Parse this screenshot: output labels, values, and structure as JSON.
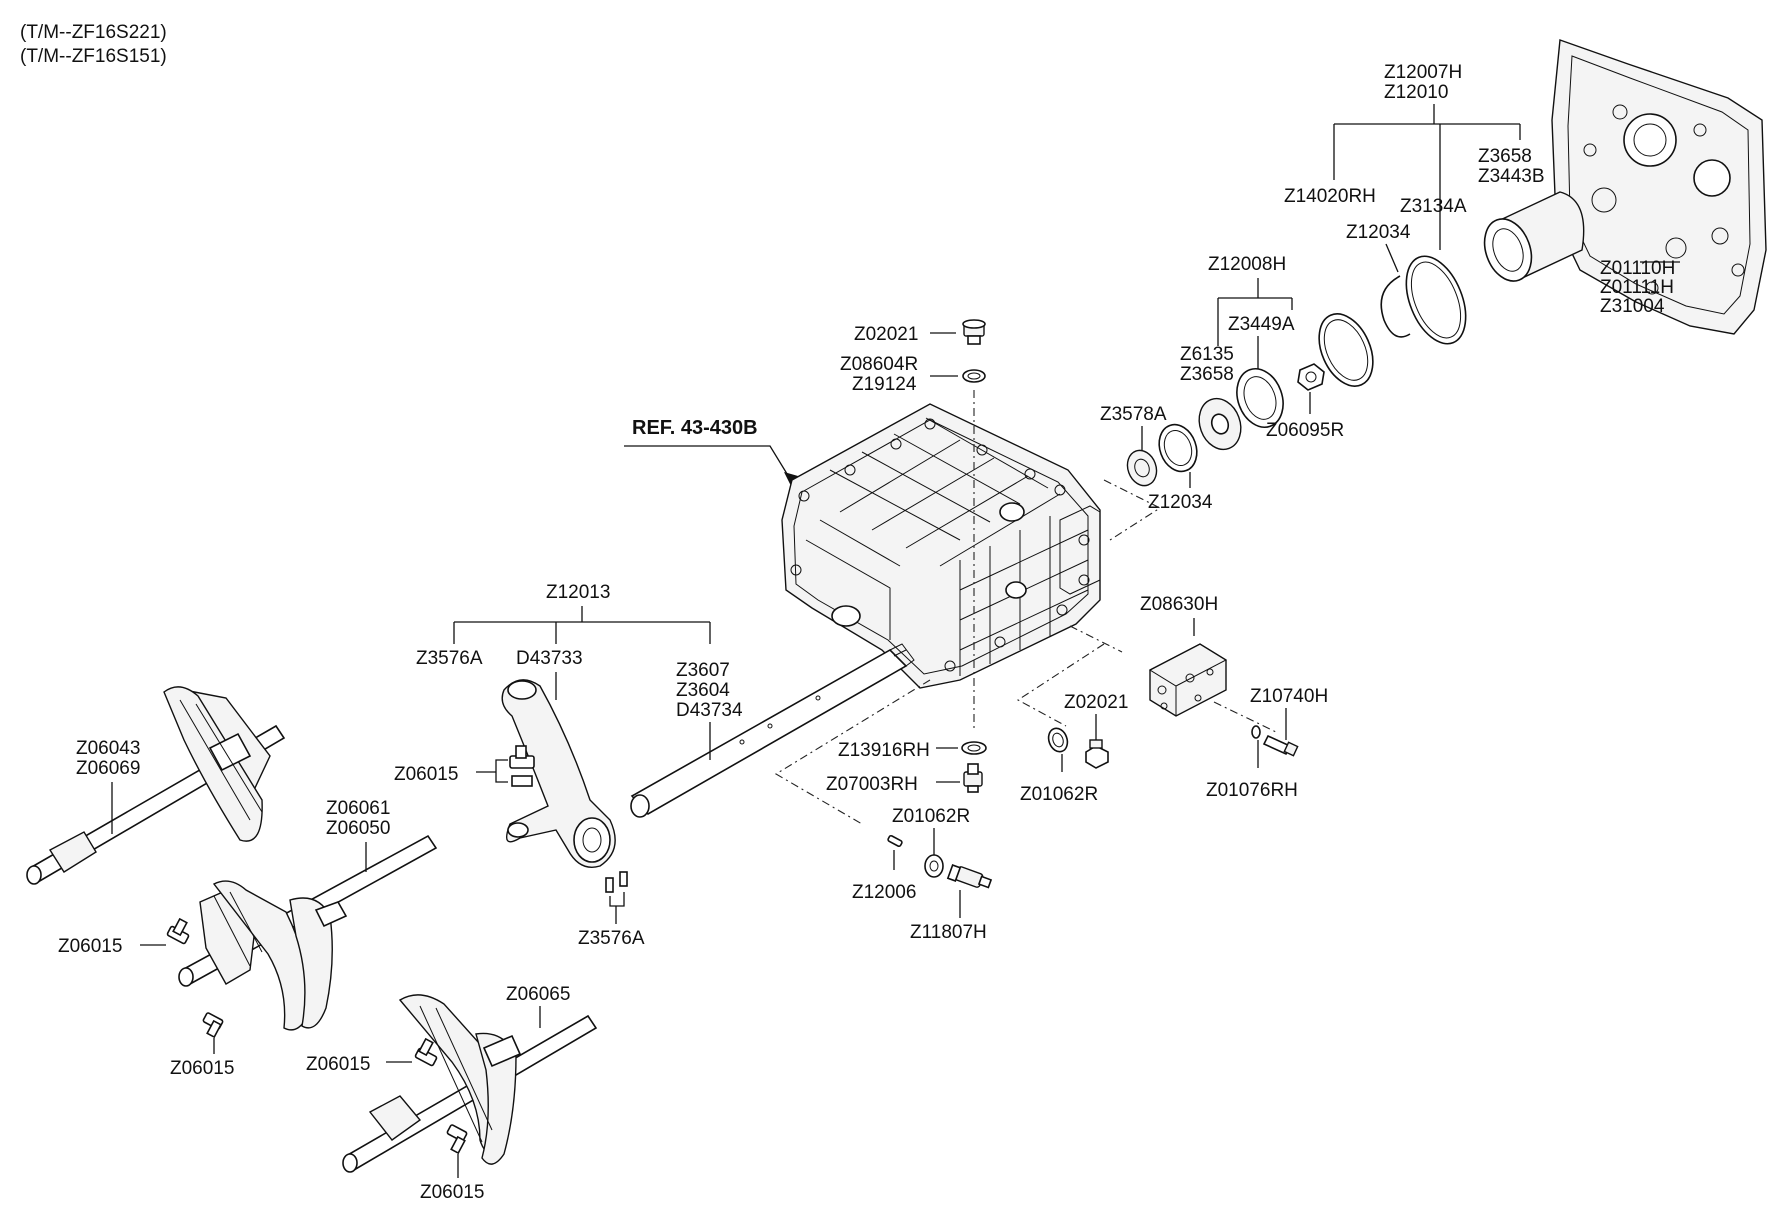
{
  "header": {
    "line1": "(T/M--ZF16S221)",
    "line2": "(T/M--ZF16S151)"
  },
  "reference": "REF. 43-430B",
  "labels": {
    "z12007h": "Z12007H",
    "z12010": "Z12010",
    "z3658_top": "Z3658",
    "z3443b": "Z3443B",
    "z14020rh": "Z14020RH",
    "z3134a": "Z3134A",
    "z12034_top": "Z12034",
    "z01110h": "Z01110H",
    "z01111h": "Z01111H",
    "z31004": "Z31004",
    "z12008h": "Z12008H",
    "z6135": "Z6135",
    "z3658_mid": "Z3658",
    "z3449a": "Z3449A",
    "z06095r": "Z06095R",
    "z3578a": "Z3578A",
    "z12034_mid": "Z12034",
    "z02021_top": "Z02021",
    "z08604r": "Z08604R",
    "z19124": "Z19124",
    "z12013": "Z12013",
    "z3576a_top": "Z3576A",
    "d43733": "D43733",
    "z3607": "Z3607",
    "z3604": "Z3604",
    "d43734": "D43734",
    "z06043": "Z06043",
    "z06069": "Z06069",
    "z06015_a": "Z06015",
    "z06061": "Z06061",
    "z06050": "Z06050",
    "z06015_b": "Z06015",
    "z06015_c": "Z06015",
    "z3576a_bot": "Z3576A",
    "z06065": "Z06065",
    "z06015_d": "Z06015",
    "z06015_e": "Z06015",
    "z13916rh": "Z13916RH",
    "z07003rh": "Z07003RH",
    "z01062r_a": "Z01062R",
    "z12006": "Z12006",
    "z11807h": "Z11807H",
    "z08630h": "Z08630H",
    "z02021_bot": "Z02021",
    "z01062r_b": "Z01062R",
    "z10740h": "Z10740H",
    "z01076rh": "Z01076RH"
  }
}
